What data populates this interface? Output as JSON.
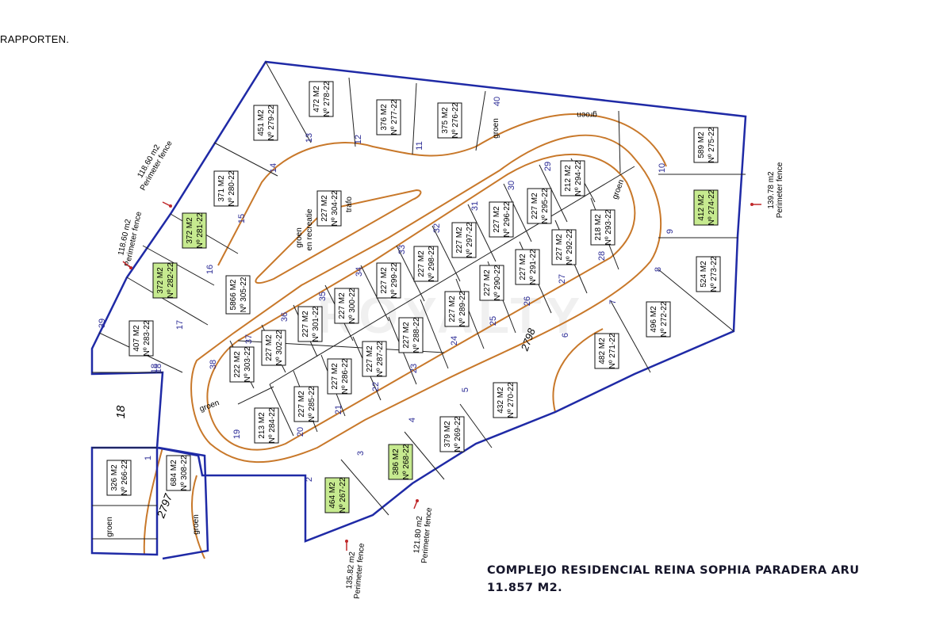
{
  "header": {
    "label": "RAPPORTEN."
  },
  "title": {
    "line1": "COMPLEJO RESIDENCIAL REINA SOPHIA PARADERA ARU",
    "line2": "11.857 M2."
  },
  "colors": {
    "boundary": "#1f2aa6",
    "road": "#c8782a",
    "highlight": "#c6ea8f",
    "lot_line": "#222222",
    "lot_number": "#2c2c96"
  },
  "lots": [
    {
      "num": "1",
      "area": "326 M2",
      "ref": "Nº 266-22",
      "highlight": false
    },
    {
      "num": "",
      "area": "684 M2",
      "ref": "Nº 308-22",
      "highlight": false
    },
    {
      "num": "2",
      "area": "464 M2",
      "ref": "Nº 267-22",
      "highlight": true
    },
    {
      "num": "3",
      "area": "386 M2",
      "ref": "Nº 268-22",
      "highlight": true
    },
    {
      "num": "4",
      "area": "379 M2",
      "ref": "Nº 269-22",
      "highlight": false
    },
    {
      "num": "5",
      "area": "432 M2",
      "ref": "Nº 270-22",
      "highlight": false
    },
    {
      "num": "6",
      "area": "482 M2",
      "ref": "Nº 271-22",
      "highlight": false
    },
    {
      "num": "7",
      "area": "496 M2",
      "ref": "Nº 272-22",
      "highlight": false
    },
    {
      "num": "8",
      "area": "524 M2",
      "ref": "Nº 273-22",
      "highlight": false
    },
    {
      "num": "9",
      "area": "412 M2",
      "ref": "Nº 274-22",
      "highlight": true
    },
    {
      "num": "10",
      "area": "589 M2",
      "ref": "Nº 275-22",
      "highlight": false
    },
    {
      "num": "11",
      "area": "375 M2",
      "ref": "Nº 276-22",
      "highlight": false
    },
    {
      "num": "12",
      "area": "376 M2",
      "ref": "Nº 277-22",
      "highlight": false
    },
    {
      "num": "13",
      "area": "472 M2",
      "ref": "Nº 278-22",
      "highlight": false
    },
    {
      "num": "14",
      "area": "451 M2",
      "ref": "Nº 279-22",
      "highlight": false
    },
    {
      "num": "15",
      "area": "371 M2",
      "ref": "Nº 280-22",
      "highlight": false
    },
    {
      "num": "16",
      "area": "372 M2",
      "ref": "Nº 281-22",
      "highlight": true
    },
    {
      "num": "17",
      "area": "372 M2",
      "ref": "Nº 282-22",
      "highlight": true
    },
    {
      "num": "18",
      "area": "407 M2",
      "ref": "Nº 283-22",
      "highlight": false
    },
    {
      "num": "19",
      "area": "213 M2",
      "ref": "Nº 284-22",
      "highlight": false
    },
    {
      "num": "20",
      "area": "227 M2",
      "ref": "Nº 285-22",
      "highlight": false
    },
    {
      "num": "21",
      "area": "227 M2",
      "ref": "Nº 286-22",
      "highlight": false
    },
    {
      "num": "22",
      "area": "227 M2",
      "ref": "Nº 287-22",
      "highlight": false
    },
    {
      "num": "23",
      "area": "227 M2",
      "ref": "Nº 288-22",
      "highlight": false
    },
    {
      "num": "24",
      "area": "227 M2",
      "ref": "Nº 289-22",
      "highlight": false
    },
    {
      "num": "25",
      "area": "227 M2",
      "ref": "Nº 290-22",
      "highlight": false
    },
    {
      "num": "26",
      "area": "227 M2",
      "ref": "Nº 291-22",
      "highlight": false
    },
    {
      "num": "27",
      "area": "227 M2",
      "ref": "Nº 292-22",
      "highlight": false
    },
    {
      "num": "28",
      "area": "218 M2",
      "ref": "Nº 293-22",
      "highlight": false
    },
    {
      "num": "29",
      "area": "212 M2",
      "ref": "Nº 294-22",
      "highlight": false
    },
    {
      "num": "30",
      "area": "227 M2",
      "ref": "Nº 295-22",
      "highlight": false
    },
    {
      "num": "31",
      "area": "227 M2",
      "ref": "Nº 296-22",
      "highlight": false
    },
    {
      "num": "32",
      "area": "227 M2",
      "ref": "Nº 297-22",
      "highlight": false
    },
    {
      "num": "33",
      "area": "227 M2",
      "ref": "Nº 298-22",
      "highlight": false
    },
    {
      "num": "34",
      "area": "227 M2",
      "ref": "Nº 299-22",
      "highlight": false
    },
    {
      "num": "35",
      "area": "227 M2",
      "ref": "Nº 300-22",
      "highlight": false
    },
    {
      "num": "36",
      "area": "227 M2",
      "ref": "Nº 301-22",
      "highlight": false
    },
    {
      "num": "37",
      "area": "227 M2",
      "ref": "Nº 302-22",
      "highlight": false
    },
    {
      "num": "38",
      "area": "222 M2",
      "ref": "Nº 303-22",
      "highlight": false
    },
    {
      "num": "",
      "area": "227 M2",
      "ref": "Nº 304-22",
      "highlight": false
    },
    {
      "num": "",
      "area": "5866 M2",
      "ref": "Nº 305-22",
      "highlight": false
    }
  ],
  "extra_numbers": [
    "39",
    "40",
    "18"
  ],
  "parcels": [
    "18",
    "2797",
    "2798"
  ],
  "notes": {
    "groen": "groen",
    "groen_recreatie_1": "groen",
    "groen_recreatie_2": "en recreatie",
    "trafo": "trafo",
    "watermark": "ROYALTY"
  },
  "fences": [
    {
      "length": "118.60 m2",
      "label": "Perimeter fence"
    },
    {
      "length": "118.60 m2",
      "label": "Perimeter fence"
    },
    {
      "length": "139.78 m2",
      "label": "Perimeter fence"
    },
    {
      "length": "121.80 m2",
      "label": "Perimeter fence"
    },
    {
      "length": "135.82 m2",
      "label": "Perimeter fence"
    }
  ]
}
